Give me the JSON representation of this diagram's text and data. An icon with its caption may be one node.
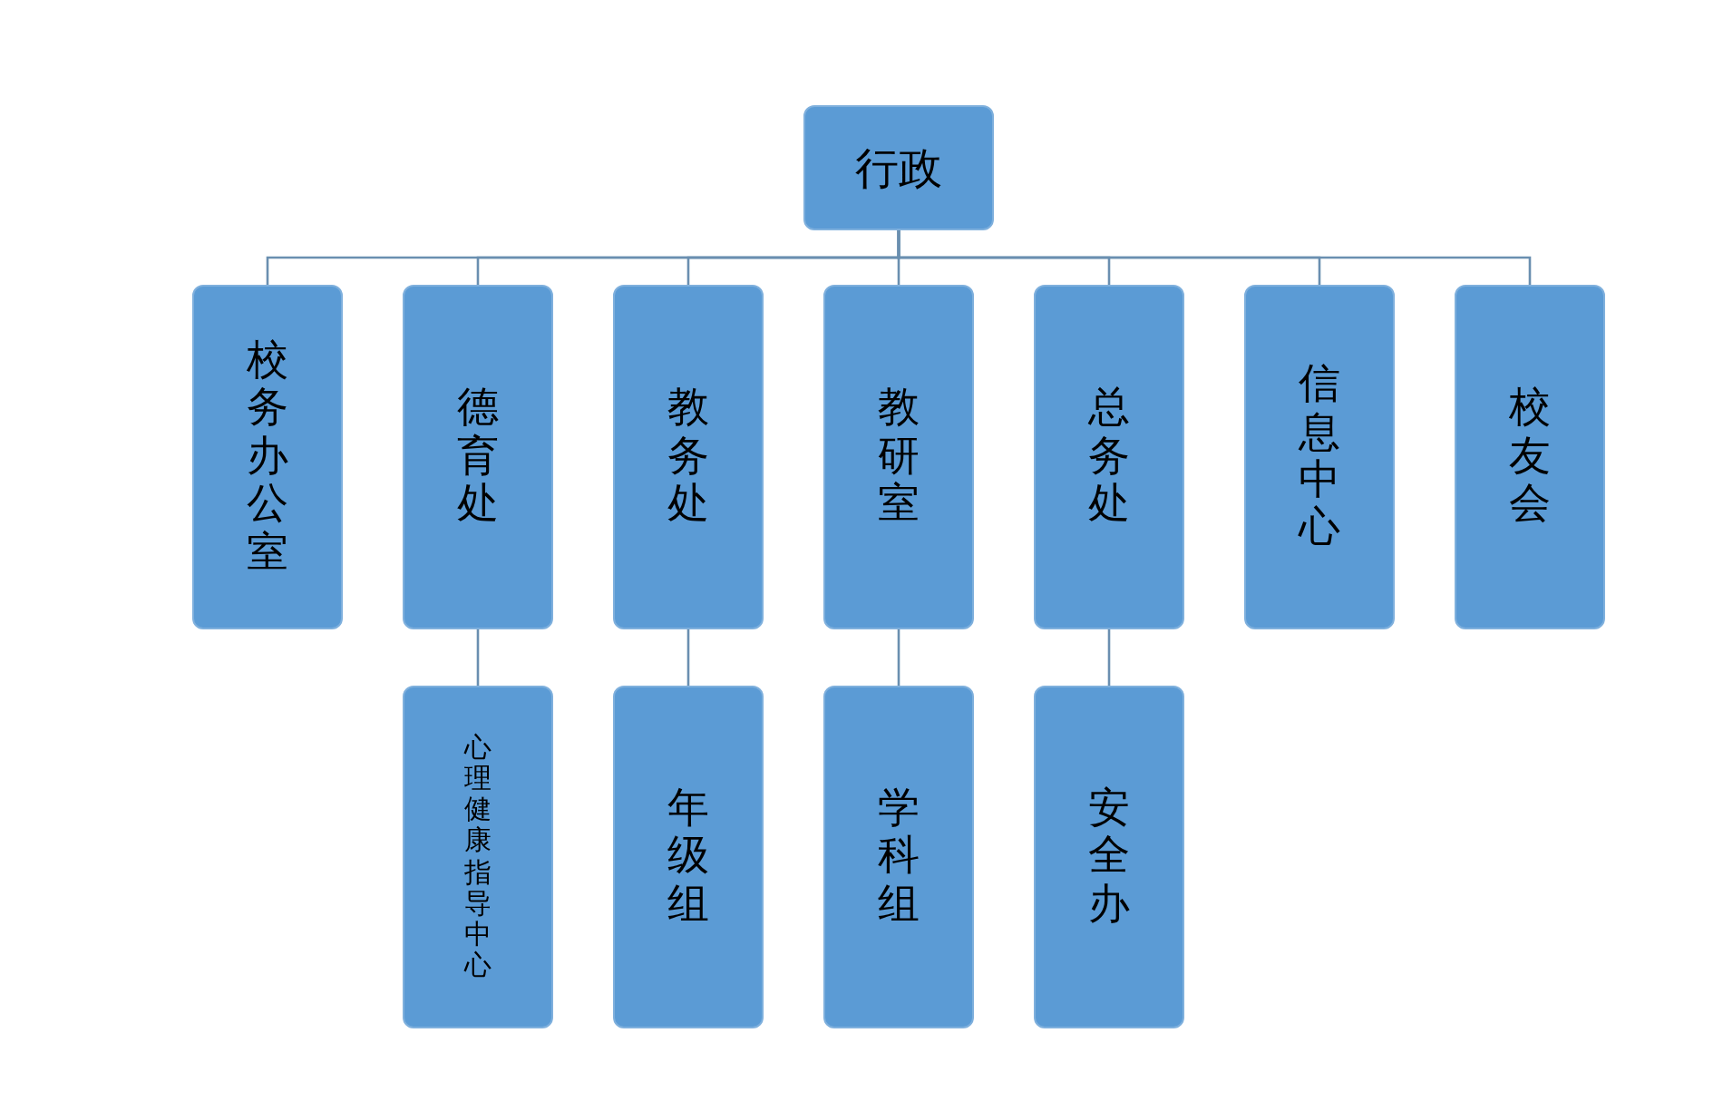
{
  "diagram": {
    "nodes": [
      {
        "text": [
          "行政"
        ]
      },
      {
        "text": [
          "校务办公室"
        ]
      },
      {
        "text": [
          "德育处"
        ]
      },
      {
        "text": [
          "教务处"
        ]
      },
      {
        "text": [
          "教研室"
        ]
      },
      {
        "text": [
          "总务处"
        ]
      },
      {
        "text": [
          "信息中心"
        ]
      },
      {
        "text": [
          "校友会"
        ]
      },
      {
        "text": [
          "心理健康指导中心"
        ]
      },
      {
        "text": [
          "年级组"
        ]
      },
      {
        "text": [
          "学科组"
        ]
      },
      {
        "text": [
          "安全办"
        ]
      }
    ],
    "edges": [
      {
        "from": 0,
        "to": 1,
        "arrow": "none"
      },
      {
        "from": 0,
        "to": 2,
        "arrow": "none"
      },
      {
        "from": 0,
        "to": 3,
        "arrow": "none"
      },
      {
        "from": 0,
        "to": 4,
        "arrow": "none"
      },
      {
        "from": 0,
        "to": 5,
        "arrow": "none"
      },
      {
        "from": 0,
        "to": 6,
        "arrow": "none"
      },
      {
        "from": 0,
        "to": 7,
        "arrow": "none"
      },
      {
        "from": 2,
        "to": 8,
        "arrow": "none"
      },
      {
        "from": 3,
        "to": 9,
        "arrow": "none"
      },
      {
        "from": 4,
        "to": 10,
        "arrow": "none"
      },
      {
        "from": 5,
        "to": 11,
        "arrow": "none"
      }
    ]
  }
}
